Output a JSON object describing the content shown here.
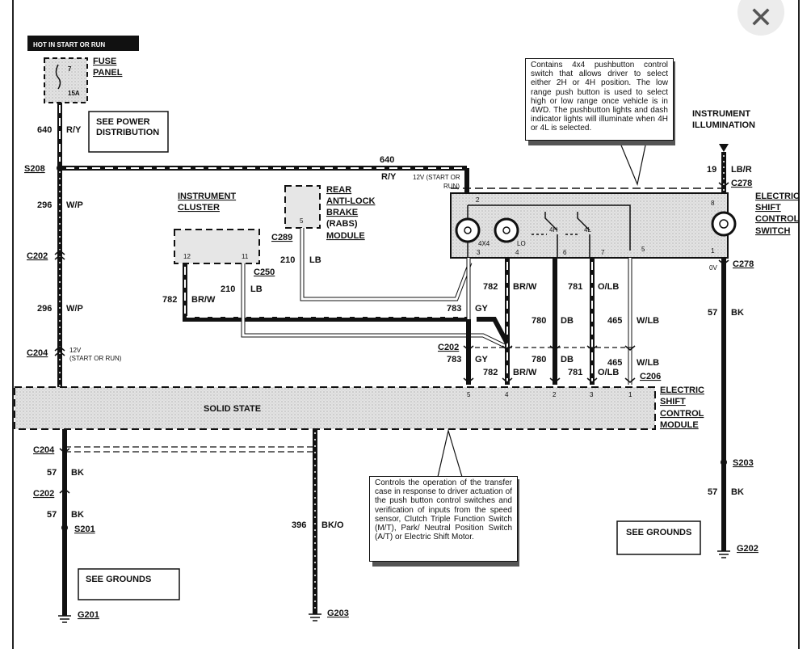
{
  "window": {
    "close_glyph": "✕"
  },
  "labels": {
    "hot_in_start": "HOT IN START OR RUN",
    "fuse_panel_1": "FUSE",
    "fuse_panel_2": "PANEL",
    "fuse_num": "7",
    "fuse_amp": "15A",
    "see_power_1": "SEE POWER",
    "see_power_2": "DISTRIBUTION",
    "c640": "640",
    "ry": "R/Y",
    "s208": "S208",
    "w640": "640",
    "ry2": "R/Y",
    "v12_start_run": "12V (START OR",
    "run": "RUN)",
    "c296a": "296",
    "wp_a": "W/P",
    "c202_a": "C202",
    "c296b": "296",
    "wp_b": "W/P",
    "c204_a": "C204",
    "v12": "12V",
    "start_run_small": "(START OR RUN)",
    "instrument_1": "INSTRUMENT",
    "cluster": "CLUSTER",
    "pin12": "12",
    "pin11": "11",
    "c250": "C250",
    "c782_l": "782",
    "brw_l": "BR/W",
    "c210_a": "210",
    "lb_a": "LB",
    "rear": "REAR",
    "antilock": "ANTI-LOCK",
    "brake": "BRAKE",
    "rabs": "(RABS)",
    "module": "MODULE",
    "pin5_rabs": "5",
    "c289": "C289",
    "c210_b": "210",
    "lb_b": "LB",
    "note_top": "Contains 4x4 pushbutton control switch that allows driver to select either 2H or 4H position. The low range push button is used to select high or low range once vehicle is in 4WD. The pushbutton lights and dash indicator lights will illuminate when 4H or 4L is selected.",
    "instr_illum_1": "INSTRUMENT",
    "instr_illum_2": "ILLUMINATION",
    "c19": "19",
    "lbr": "LB/R",
    "c278_a": "C278",
    "electric_1": "ELECTRIC",
    "shift_1": "SHIFT",
    "control_1": "CONTROL",
    "switch": "SWITCH",
    "pin2": "2",
    "pin8": "8",
    "lbl_4x4": "4X4",
    "lbl_lo": "LO",
    "lbl_4h": "4H",
    "lbl_4l": "4L",
    "pin3": "3",
    "pin4": "4",
    "pin6": "6",
    "pin7": "7",
    "pin5": "5",
    "pin1": "1",
    "ov": "0V",
    "c278_b": "C278",
    "c782_a": "782",
    "brw_a": "BR/W",
    "c781_a": "781",
    "olb_a": "O/LB",
    "c783_a": "783",
    "gy_a": "GY",
    "c780_a": "780",
    "db_a": "DB",
    "c465_a": "465",
    "wlb_a": "W/LB",
    "c57_r": "57",
    "bk_r": "BK",
    "c202_b": "C202",
    "c783_b": "783",
    "gy_b": "GY",
    "c780_b": "780",
    "db_b": "DB",
    "c465_b": "465",
    "wlb_b": "W/LB",
    "c782_b": "782",
    "brw_b": "BR/W",
    "c781_b": "781",
    "olb_b": "O/LB",
    "c206": "C206",
    "mpin5": "5",
    "mpin4": "4",
    "mpin2": "2",
    "mpin3": "3",
    "mpin1": "1",
    "solid_state": "SOLID STATE",
    "electric_2": "ELECTRIC",
    "shift_2": "SHIFT",
    "control_2": "CONTROL",
    "module_2": "MODULE",
    "c204_b": "C204",
    "c57_a": "57",
    "bk_a": "BK",
    "c202_c": "C202",
    "c57_b": "57",
    "bk_b": "BK",
    "s201": "S201",
    "see_grounds_1": "SEE GROUNDS",
    "g201": "G201",
    "c396": "396",
    "bko": "BK/O",
    "g203": "G203",
    "note_bottom": "Controls the operation of the transfer case in response to driver actuation of the push button control switches and verification of inputs from the speed sensor, Clutch Triple Function Switch (M/T), Park/ Neutral Position Switch (A/T) or Electric Shift Motor.",
    "s203": "S203",
    "c57_c": "57",
    "bk_c": "BK",
    "see_grounds_2": "SEE GROUNDS",
    "g202": "G202"
  }
}
